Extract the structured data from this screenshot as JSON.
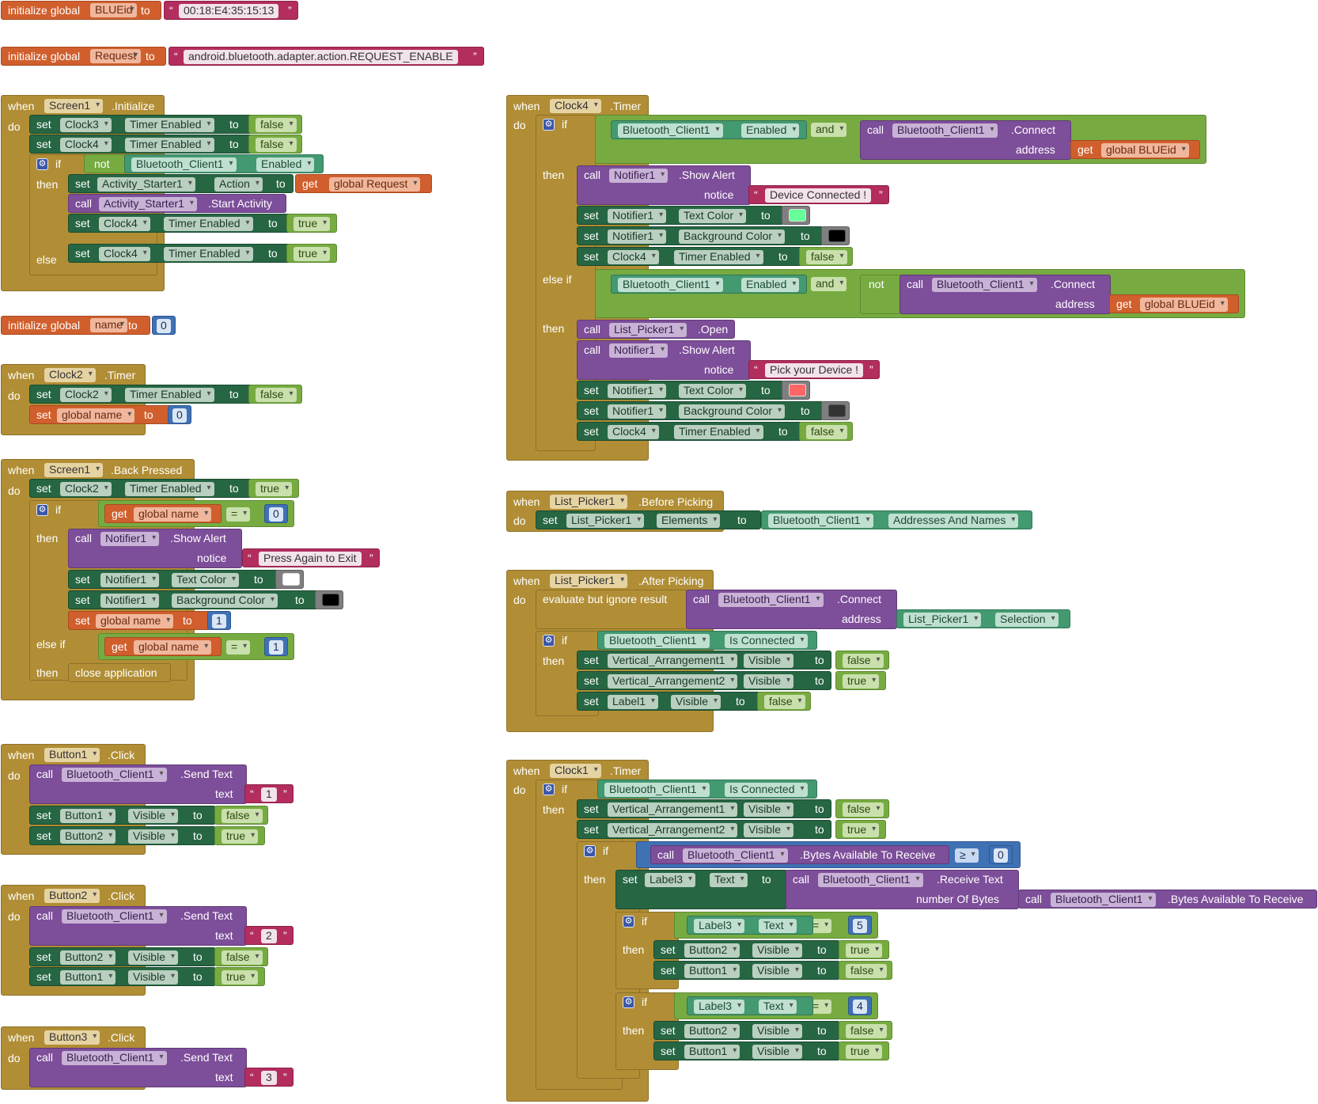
{
  "kw": {
    "initialize_global": "initialize global",
    "to": "to",
    "when": "when",
    "do": "do",
    "set": "set",
    "call": "call",
    "get": "get",
    "if": "if",
    "then": "then",
    "else": "else",
    "else_if": "else if",
    "not": "not",
    "and": "and",
    "eq": "=",
    "geq": "≥",
    "notice": "notice",
    "text": "text",
    "address": "address",
    "number_of_bytes": "number Of Bytes",
    "evaluate_but_ignore": "evaluate but ignore result",
    "close_application": "close application",
    "open_q": "“",
    "close_q": "”"
  },
  "globals": {
    "blueid_name": "BLUEid",
    "blueid_value": "00:18:E4:35:15:13",
    "request_name": "Request",
    "request_value": "android.bluetooth.adapter.action.REQUEST_ENABLE",
    "name_name": "name",
    "name_value": "0"
  },
  "components": {
    "screen1": "Screen1",
    "clock1": "Clock1",
    "clock2": "Clock2",
    "clock3": "Clock3",
    "clock4": "Clock4",
    "bt": "Bluetooth_Client1",
    "activity": "Activity_Starter1",
    "notifier": "Notifier1",
    "list_picker": "List_Picker1",
    "va1": "Vertical_Arrangement1",
    "va2": "Vertical_Arrangement2",
    "label1": "Label1",
    "label3": "Label3",
    "button1": "Button1",
    "button2": "Button2",
    "button3": "Button3"
  },
  "events": {
    "initialize": ".Initialize",
    "timer": ".Timer",
    "back_pressed": ".Back Pressed",
    "click": ".Click",
    "before_picking": ".Before Picking",
    "after_picking": ".After Picking"
  },
  "props": {
    "timer_enabled": "Timer Enabled",
    "enabled": "Enabled",
    "action": "Action",
    "text_color": "Text Color",
    "background_color": "Background Color",
    "visible": "Visible",
    "elements": "Elements",
    "addresses_and_names": "Addresses And Names",
    "selection": "Selection",
    "is_connected": "Is Connected",
    "text": "Text"
  },
  "methods": {
    "start_activity": ".Start Activity",
    "show_alert": ".Show Alert",
    "connect": ".Connect",
    "open": ".Open",
    "send_text": ".Send Text",
    "bytes_available": ".Bytes Available To Receive",
    "receive_text": ".Receive Text"
  },
  "values": {
    "false": "false",
    "true": "true",
    "zero": "0",
    "one": "1",
    "press_again": "Press Again to Exit",
    "device_connected": "Device Connected !",
    "pick_device": "Pick your Device !",
    "global_request": "global Request",
    "global_name": "global name",
    "global_blueid": "global BLUEid",
    "s1": "1",
    "s2": "2",
    "s3": "3",
    "n4": "4",
    "n5": "5"
  },
  "colors": {
    "white": "#ffffff",
    "black": "#000000",
    "green": "#66ff99",
    "red": "#ff6666",
    "dark_gray": "#333333"
  }
}
